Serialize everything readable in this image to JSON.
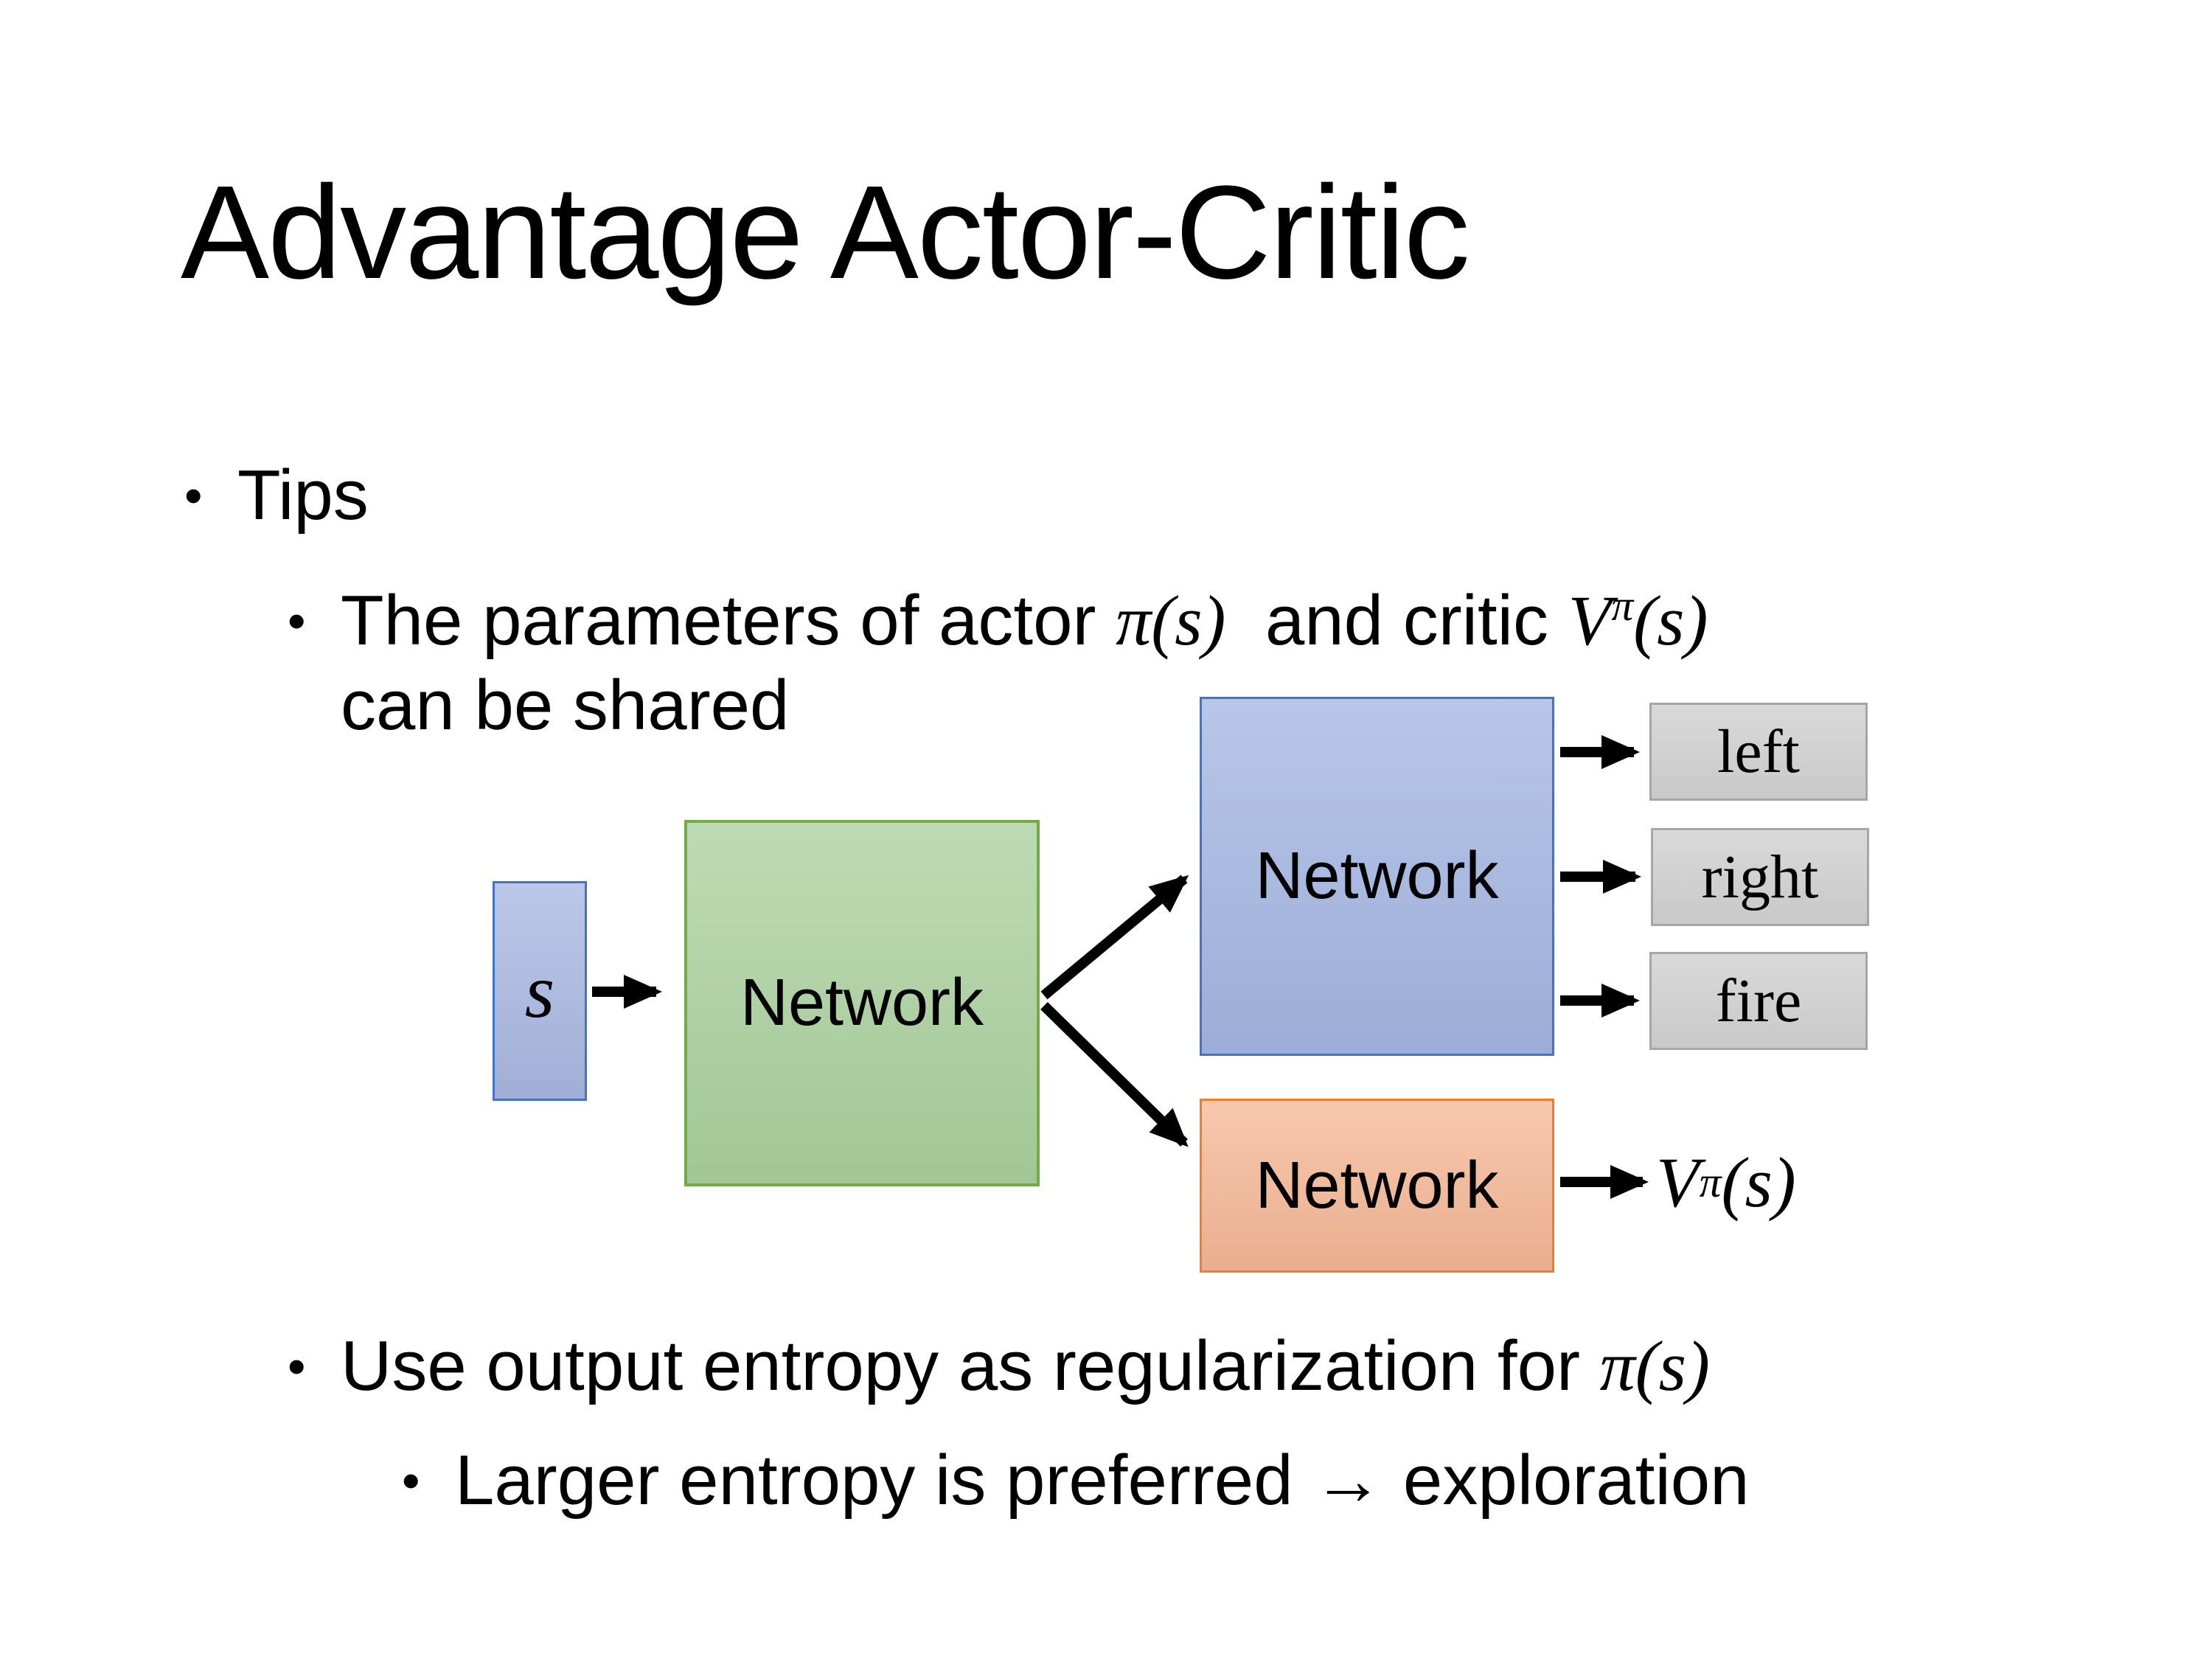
{
  "title": "Advantage Actor-Critic",
  "bullet_glyph": "•",
  "bullets": {
    "tips": "Tips",
    "shared": {
      "pre": "The parameters of actor ",
      "actor_math": {
        "pi": "π",
        "paren": "(s)"
      },
      "mid": "  and critic ",
      "critic_math": {
        "V": "V",
        "pi": "π",
        "paren": "(s)"
      },
      "line2": "can be shared"
    },
    "entropy": {
      "pre": "Use output entropy as regularization for ",
      "math": {
        "pi": "π",
        "paren": "(s)"
      }
    },
    "exploration": "Larger entropy is preferred → exploration"
  },
  "diagram": {
    "input_label": "s",
    "shared_network_label": "Network",
    "actor_network_label": "Network",
    "critic_network_label": "Network",
    "actions": [
      "left",
      "right",
      "fire"
    ],
    "value_math": {
      "V": "V",
      "pi": "π",
      "paren": "(s)"
    },
    "colors": {
      "input_fill": "#a9b8e2",
      "input_border": "#4472c4",
      "shared_fill": "#abd19e",
      "shared_border": "#70ad47",
      "actor_fill": "#a4b6e2",
      "actor_border": "#4472c4",
      "critic_fill": "#f6b896",
      "critic_border": "#ed7d31",
      "action_fill": "#d2d2d2",
      "action_border": "#a6a6a6",
      "arrow": "#000000"
    }
  }
}
